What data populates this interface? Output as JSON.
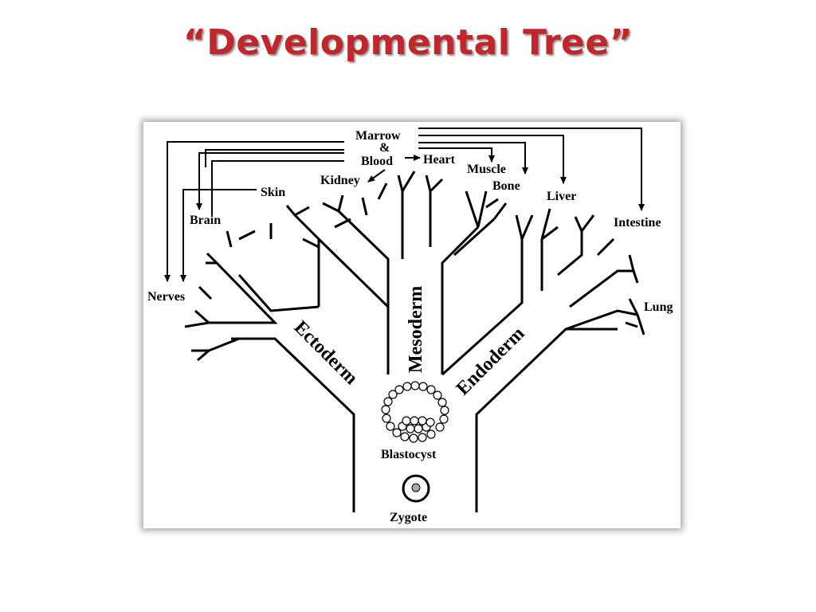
{
  "title": "“Developmental Tree”",
  "labels": {
    "marrow": "Marrow",
    "amp": "&",
    "blood": "Blood",
    "heart": "Heart",
    "muscle": "Muscle",
    "bone": "Bone",
    "kidney": "Kidney",
    "skin": "Skin",
    "brain": "Brain",
    "liver": "Liver",
    "intestine": "Intestine",
    "nerves": "Nerves",
    "lung": "Lung",
    "ectoderm": "Ectoderm",
    "mesoderm": "Mesoderm",
    "endoderm": "Endoderm",
    "blastocyst": "Blastocyst",
    "zygote": "Zygote"
  }
}
